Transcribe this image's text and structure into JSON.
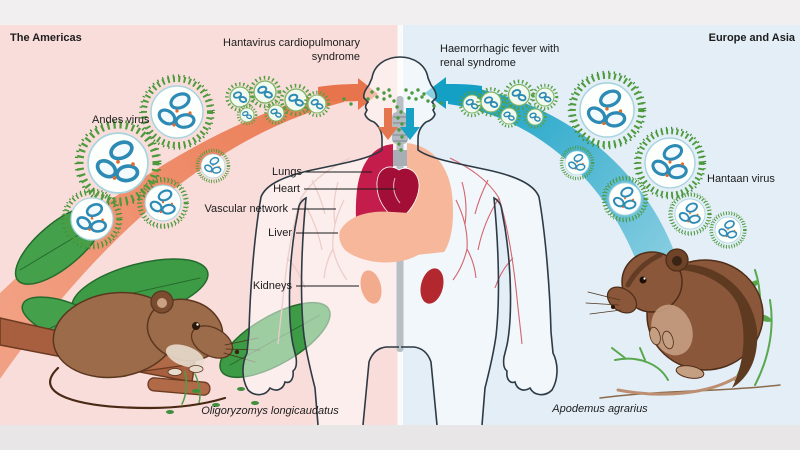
{
  "figure": {
    "regions": {
      "left": "The Americas",
      "right": "Europe and Asia"
    },
    "syndromes": {
      "left": "Hantavirus cardiopulmonary syndrome",
      "right": "Haemorrhagic fever with renal syndrome"
    },
    "virus_names": {
      "left": "Andes virus",
      "right": "Hantaan virus"
    },
    "organ_labels": {
      "lungs": "Lungs",
      "heart": "Heart",
      "vascular": "Vascular network",
      "liver": "Liver",
      "kidneys": "Kidneys"
    },
    "reservoir_species": {
      "left": "Oligoryzomys longicaudatus",
      "right": "Apodemus agrarius"
    },
    "colors": {
      "panel_left": "#f9dddb",
      "panel_right": "#e3eef7",
      "arc_left_orange": "#ec7e57",
      "arc_right_teal": "#17a1c5",
      "virus_spike_green": "#4e9b3d",
      "virus_genome_blue": "#2c8ab4",
      "diseased_lung": "#c41d4b",
      "healthy_organ_salmon": "#f6b79b",
      "heart": "#a30e36",
      "diseased_kidney": "#b3272e"
    }
  }
}
